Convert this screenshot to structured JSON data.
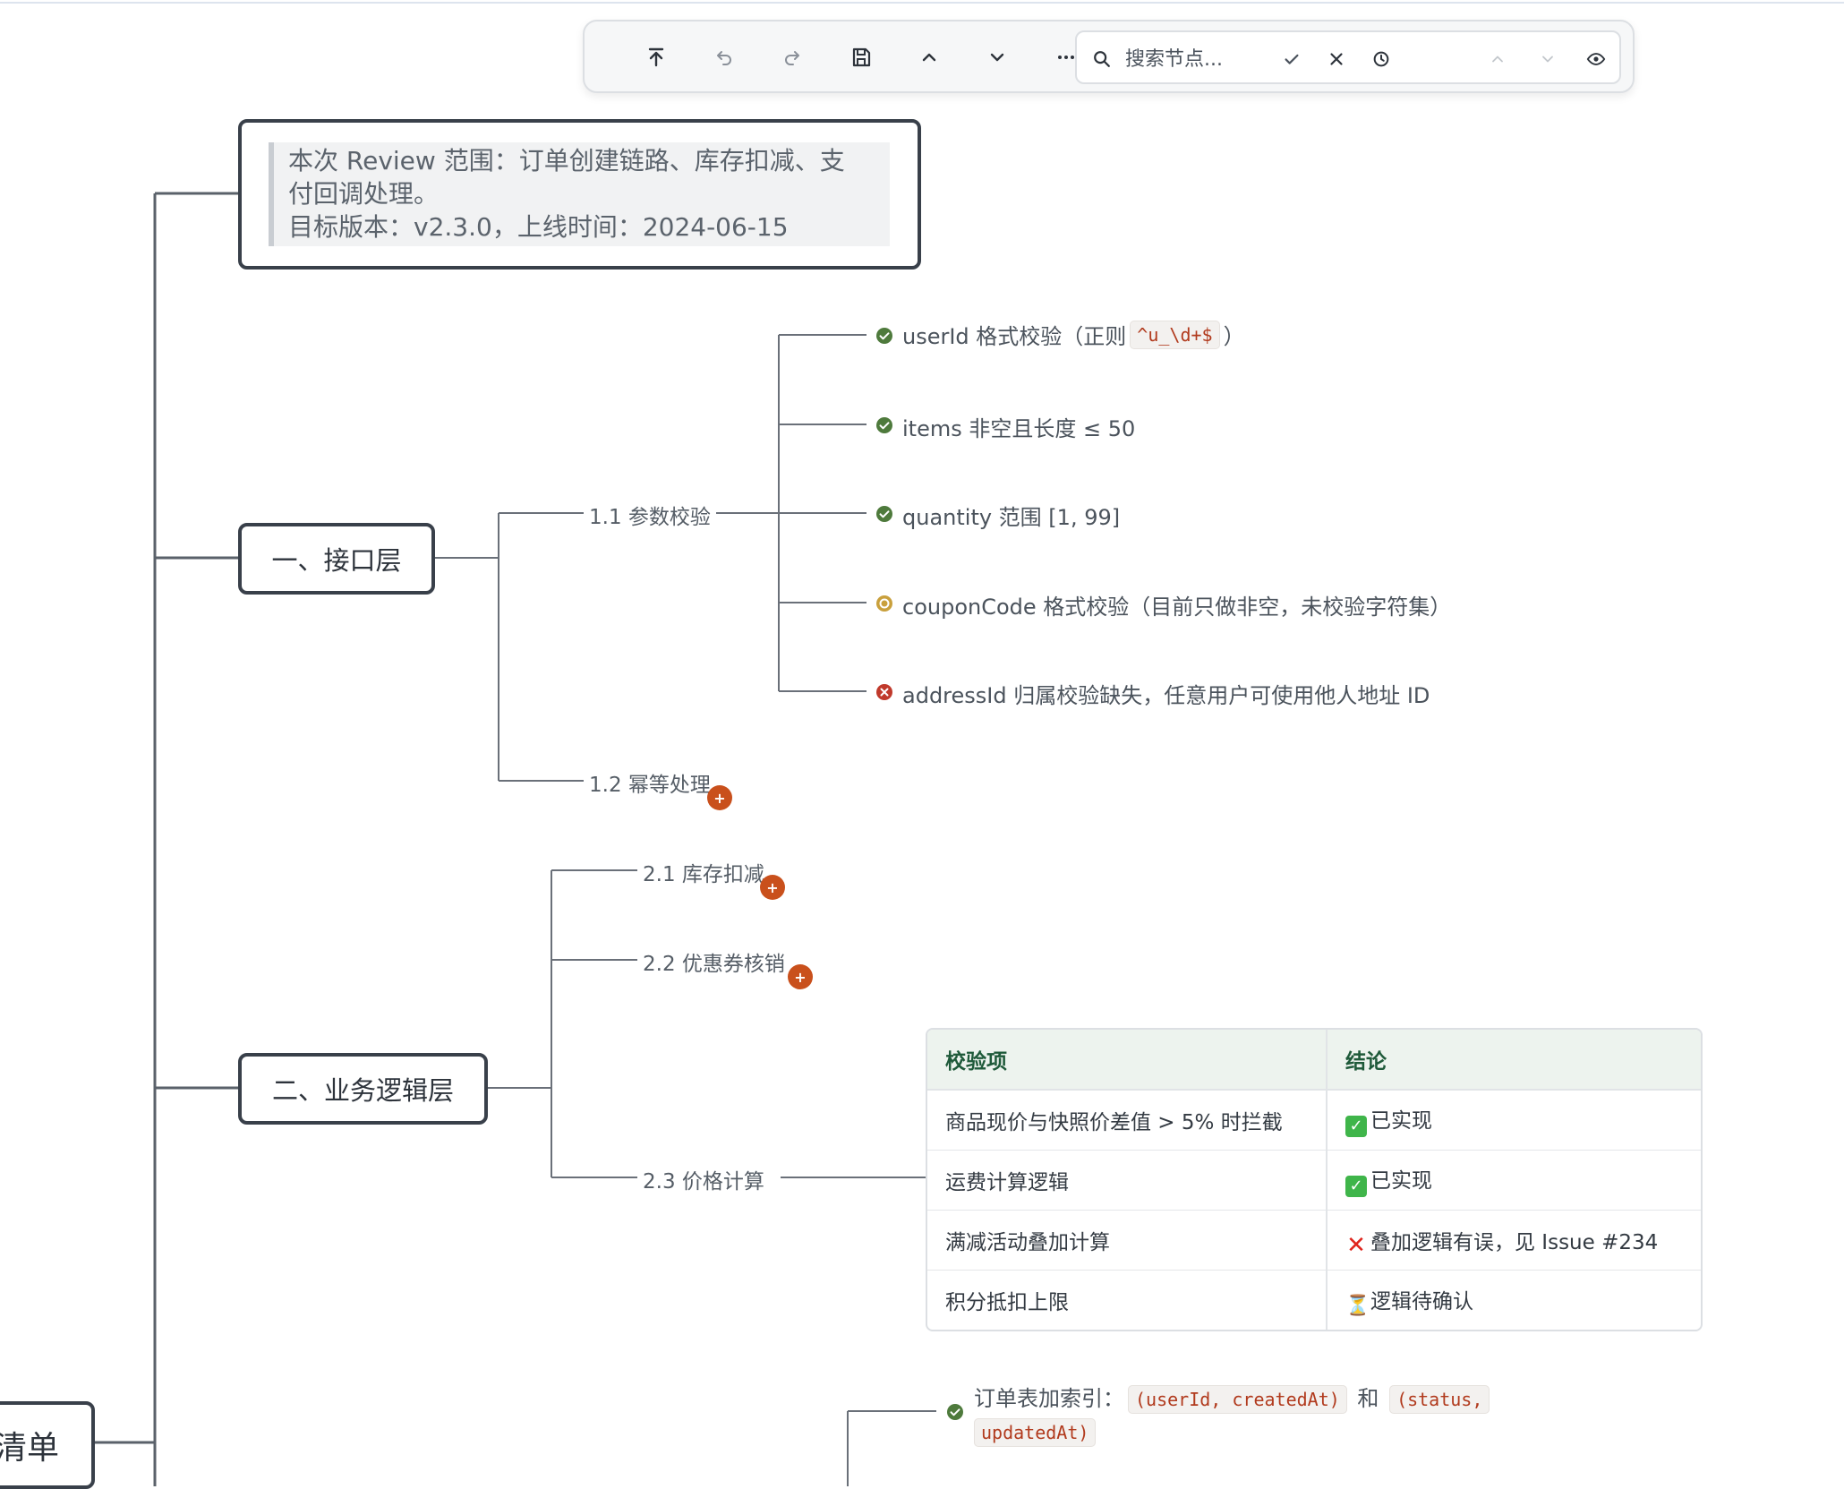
{
  "toolbar": {
    "search_placeholder": "搜索节点..."
  },
  "note": {
    "lines": [
      "本次 Review 范围：订单创建链路、库存扣减、支",
      "付回调处理。",
      "目标版本：v2.3.0，上线时间：2024-06-15"
    ]
  },
  "nodes": {
    "interface_layer": "一、接口层",
    "business_layer": "二、业务逻辑层",
    "root_partial": "清单"
  },
  "branches": {
    "param_check": "1.1 参数校验",
    "idempotent": "1.2 幂等处理",
    "inventory": "2.1 库存扣减",
    "coupon": "2.2 优惠券核销",
    "price": "2.3 价格计算"
  },
  "leaves": {
    "userid_pre": "userId 格式校验（正则",
    "userid_code": "^u_\\d+$",
    "userid_post": "）",
    "items": "items 非空且长度 ≤ 50",
    "quantity": "quantity 范围 [1, 99]",
    "coupon_code": "couponCode 格式校验（目前只做非空，未校验字符集）",
    "address": "addressId 归属校验缺失，任意用户可使用他人地址 ID",
    "index_pre": "订单表加索引：",
    "index_code1": "(userId, createdAt)",
    "index_and": "和",
    "index_code2a": "(status,",
    "index_code2b": "updatedAt)"
  },
  "table": {
    "headers": [
      "校验项",
      "结论"
    ],
    "rows": [
      {
        "item": "商品现价与快照价差值 > 5% 时拦截",
        "result": "已实现",
        "status": "ok"
      },
      {
        "item": "运费计算逻辑",
        "result": "已实现",
        "status": "ok"
      },
      {
        "item": "满减活动叠加计算",
        "result": "叠加逻辑有误，见 Issue #234",
        "status": "error"
      },
      {
        "item": "积分抵扣上限",
        "result": "逻辑待确认",
        "status": "pending"
      }
    ]
  },
  "colors": {
    "ok": "#4e7a3c",
    "warn": "#c9a03c",
    "error": "#c0392b",
    "expand": "#c9501c",
    "line": "#5a616a"
  }
}
